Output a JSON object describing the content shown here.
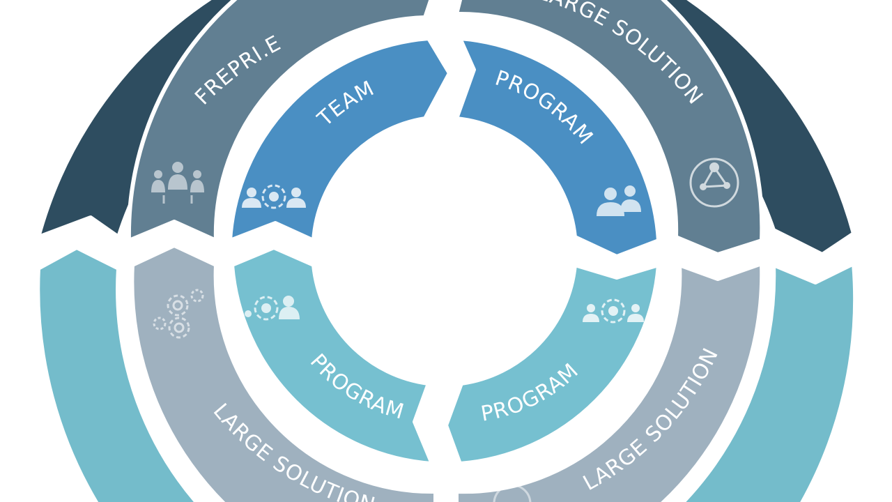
{
  "colors": {
    "outer_top": "#2e4d60",
    "middle_top": "#617f92",
    "inner_top": "#4a8fc3",
    "outer_bottom": "#74bccb",
    "middle_bottom": "#9fb1bf",
    "inner_bottom": "#76c0d0",
    "label": "#ffffff"
  },
  "diagram": {
    "middle": {
      "top_left_label": "FREPRI.E",
      "top_right_label": "LARGE SOLUTION",
      "bottom_left_label": "LARGE SOLUTION",
      "bottom_right_label": "LARGE SOLUTION",
      "top_left_icon": "team-people-icon",
      "top_right_icon": "globe-network-icon",
      "bottom_left_icon": "gears-icon"
    },
    "inner": {
      "top_left_label": "TEAM",
      "top_right_label": "PROGRAM",
      "bottom_left_label": "PROGRAM",
      "bottom_right_label": "PROGRAM",
      "top_left_icon": "people-gear-icon",
      "top_right_icon": "people-icon",
      "bottom_left_icon": "gear-people-icon",
      "bottom_right_icon": "people-gear-icon"
    }
  }
}
